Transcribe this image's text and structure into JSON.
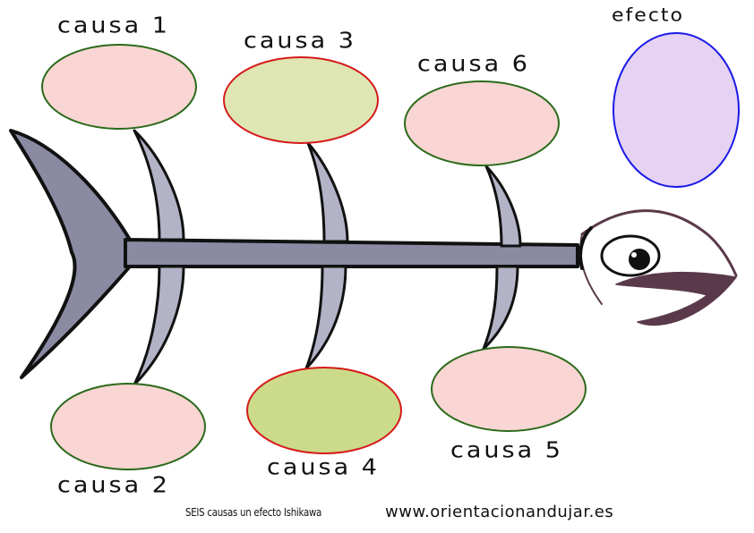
{
  "labels": {
    "cause1": "causa 1",
    "cause2": "causa 2",
    "cause3": "causa 3",
    "cause4": "causa 4",
    "cause5": "causa 5",
    "cause6": "causa 6",
    "effect": "efecto"
  },
  "footer": {
    "caption": "SEIS causas un efecto Ishikawa",
    "website": "www.orientacionandujar.es"
  },
  "colors": {
    "spine_fill": "#8a8aa3",
    "bone_fill": "#b3b3c8",
    "outline": "#111111",
    "pink_fill": "#f9d5d3",
    "green_light_fill": "#dee6b3",
    "green_fill": "#cbdb8a",
    "effect_fill": "#e6d2f2",
    "effect_stroke": "#1a1ae6",
    "green_stroke": "#2a6a1a",
    "red_stroke": "#d61a1a",
    "mouth_stroke": "#5a3a4a"
  }
}
